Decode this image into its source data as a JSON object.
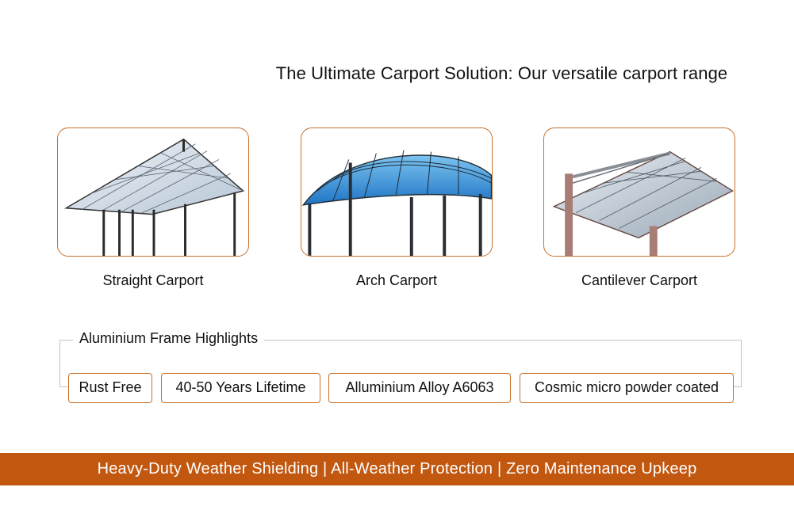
{
  "headline": "The Ultimate Carport Solution: Our versatile carport range",
  "products": [
    {
      "name": "Straight Carport",
      "image": "straight-carport-photo"
    },
    {
      "name": "Arch Carport",
      "image": "arch-carport-photo"
    },
    {
      "name": "Cantilever Carport",
      "image": "cantilever-carport-photo"
    }
  ],
  "highlights": {
    "title": "Aluminium Frame Highlights",
    "items": [
      "Rust Free",
      "40-50 Years Lifetime",
      "Alluminium Alloy A6063",
      "Cosmic micro powder coated"
    ]
  },
  "banner": "Heavy-Duty Weather Shielding | All-Weather Protection | Zero Maintenance Upkeep",
  "colors": {
    "accent": "#c8702a",
    "banner": "#c2570f"
  }
}
